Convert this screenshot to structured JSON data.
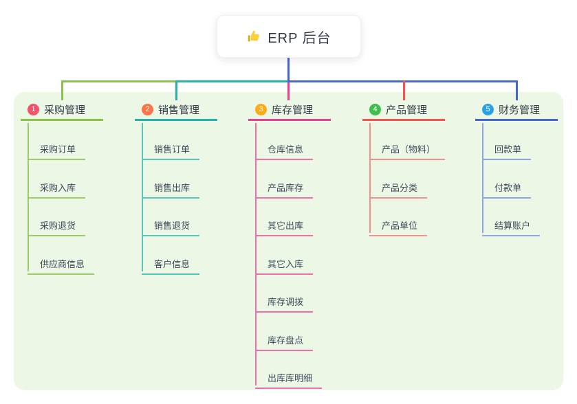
{
  "root": {
    "label": "ERP 后台",
    "icon": "thumbs-up"
  },
  "panel_color": "#ecf7e6",
  "branches": [
    {
      "badge": "1",
      "label": "采购管理",
      "badge_color": "#f4516c",
      "color": "#8bc34a",
      "child_color": "#9ccc65",
      "children": [
        "采购订单",
        "采购入库",
        "采购退货",
        "供应商信息"
      ]
    },
    {
      "badge": "2",
      "label": "销售管理",
      "badge_color": "#fd7445",
      "color": "#22b5a6",
      "child_color": "#56c6b8",
      "children": [
        "销售订单",
        "销售出库",
        "销售退货",
        "客户信息"
      ]
    },
    {
      "badge": "3",
      "label": "库存管理",
      "badge_color": "#fbab18",
      "color": "#e8418c",
      "child_color": "#ef6fab",
      "children": [
        "仓库信息",
        "产品库存",
        "其它出库",
        "其它入库",
        "库存调拨",
        "库存盘点",
        "出库库明细"
      ]
    },
    {
      "badge": "4",
      "label": "产品管理",
      "badge_color": "#3fbd4d",
      "color": "#f4534e",
      "child_color": "#f4908e",
      "children": [
        "产品（物料）",
        "产品分类",
        "产品单位"
      ]
    },
    {
      "badge": "5",
      "label": "财务管理",
      "badge_color": "#2ba3e2",
      "color": "#4566cd",
      "child_color": "#8ca5e5",
      "children": [
        "回款单",
        "付款单",
        "结算账户"
      ]
    }
  ]
}
